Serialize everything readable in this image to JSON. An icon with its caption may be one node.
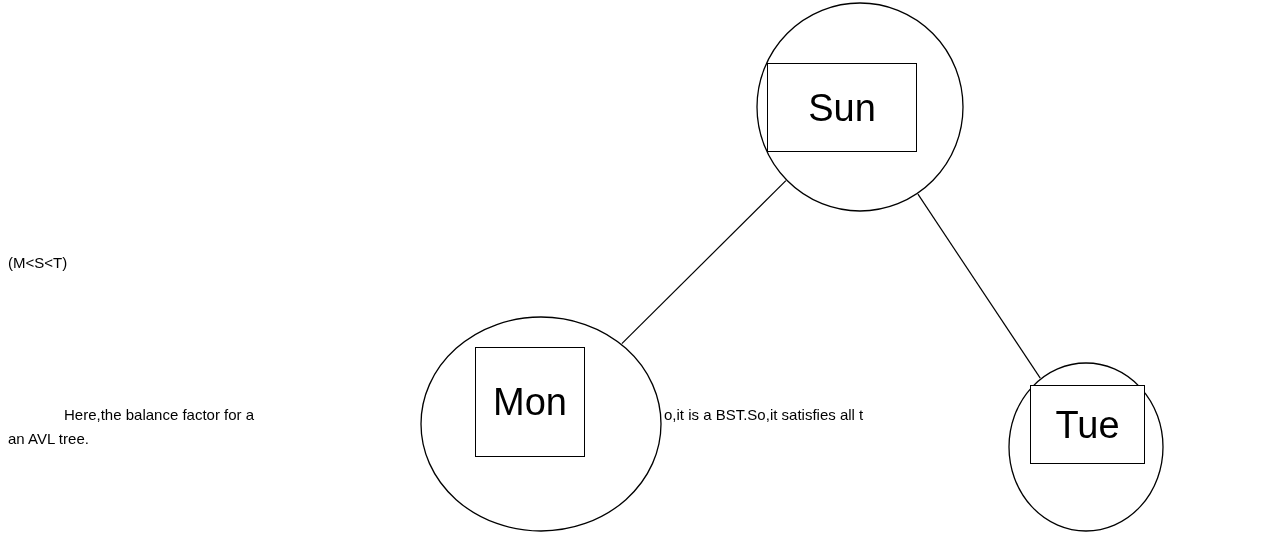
{
  "diagram": {
    "nodes": [
      {
        "text": [],
        "shape": "circle"
      },
      {
        "text": [
          "Sun"
        ],
        "in": 0
      },
      {
        "text": [],
        "shape": "circle"
      },
      {
        "text": [
          "Mon"
        ],
        "in": 2
      },
      {
        "text": [],
        "shape": "circle"
      },
      {
        "text": [
          "Tue"
        ],
        "in": 4
      }
    ],
    "edges": [
      {
        "from": 0,
        "to": 2,
        "arrow": "none"
      },
      {
        "from": 0,
        "to": 4,
        "arrow": "none"
      }
    ],
    "labels": [
      "(M<S<T)",
      "Here,the balance factor for a",
      "o,it is a BST.So,it satisfies all t",
      "an AVL tree."
    ]
  }
}
